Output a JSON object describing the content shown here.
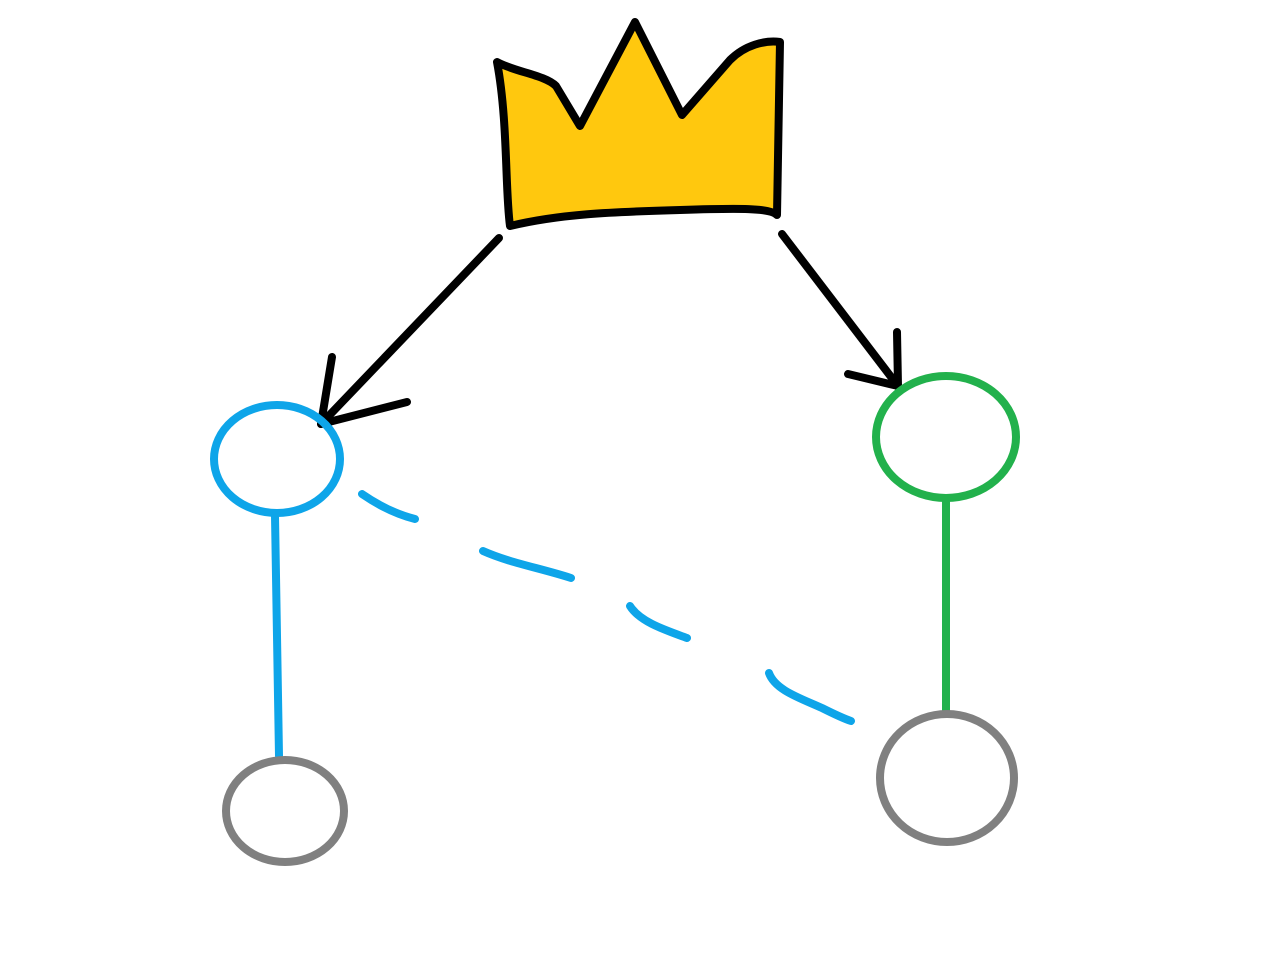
{
  "diagram": {
    "crown": {
      "icon": "crown-icon",
      "fill": "#FFC80E",
      "stroke": "#000000"
    },
    "arrows": [
      {
        "from": "crown",
        "to": "node-blue-top",
        "color": "#000000"
      },
      {
        "from": "crown",
        "to": "node-green-top",
        "color": "#000000"
      }
    ],
    "nodes": [
      {
        "id": "node-blue-top",
        "color": "#0EA5E9"
      },
      {
        "id": "node-green-top",
        "color": "#22B14C"
      },
      {
        "id": "node-gray-bottom-left",
        "color": "#808080"
      },
      {
        "id": "node-gray-bottom-right",
        "color": "#808080"
      }
    ],
    "edges": [
      {
        "from": "node-blue-top",
        "to": "node-gray-bottom-left",
        "color": "#0EA5E9",
        "style": "solid"
      },
      {
        "from": "node-green-top",
        "to": "node-gray-bottom-right",
        "color": "#22B14C",
        "style": "solid"
      },
      {
        "from": "node-blue-top",
        "to": "node-gray-bottom-right",
        "color": "#0EA5E9",
        "style": "dashed"
      }
    ]
  }
}
